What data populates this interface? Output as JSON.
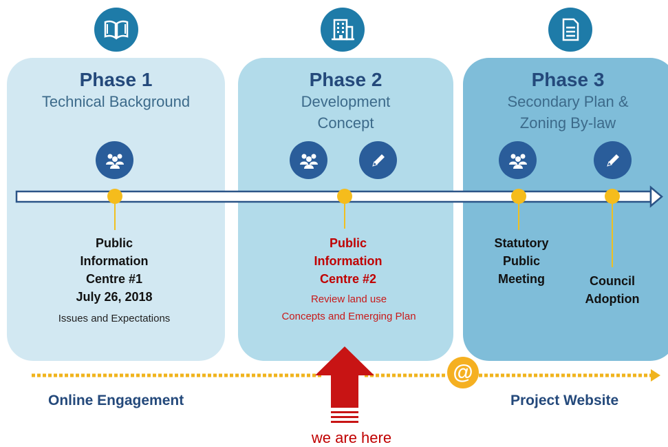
{
  "phases": [
    {
      "title": "Phase 1",
      "subtitle_lines": [
        "Technical Background"
      ]
    },
    {
      "title": "Phase 2",
      "subtitle_lines": [
        "Development",
        "Concept"
      ]
    },
    {
      "title": "Phase 3",
      "subtitle_lines": [
        "Secondary Plan &",
        "Zoning By-law"
      ]
    }
  ],
  "milestones": [
    {
      "title_lines": [
        "Public",
        "Information",
        "Centre #1",
        "July 26, 2018"
      ],
      "sub_lines": [
        "Issues and Expectations"
      ],
      "color": "#111111"
    },
    {
      "title_lines": [
        "Public",
        "Information",
        "Centre #2"
      ],
      "sub_lines": [
        "Review land use",
        "Concepts and Emerging Plan"
      ],
      "color": "#c00000"
    },
    {
      "title_lines": [
        "Statutory",
        "Public",
        "Meeting"
      ],
      "sub_lines": [],
      "color": "#111111"
    },
    {
      "title_lines": [
        "Council",
        "Adoption"
      ],
      "sub_lines": [],
      "color": "#111111"
    }
  ],
  "bottom": {
    "online_engagement": "Online Engagement",
    "project_website": "Project Website",
    "at_symbol": "@",
    "we_are_here": "we are here"
  },
  "colors": {
    "phase1_bg": "#d2e8f2",
    "phase2_bg": "#b2dbea",
    "phase3_bg": "#7fbdd9",
    "title_blue": "#24497b",
    "accent_yellow": "#f5bc1c",
    "highlight_red": "#c00000"
  },
  "icons": {
    "phase1": "open-book-icon",
    "phase2": "building-icon",
    "phase3": "document-icon",
    "engagement": "people-group-icon",
    "edit": "pencil-icon"
  }
}
